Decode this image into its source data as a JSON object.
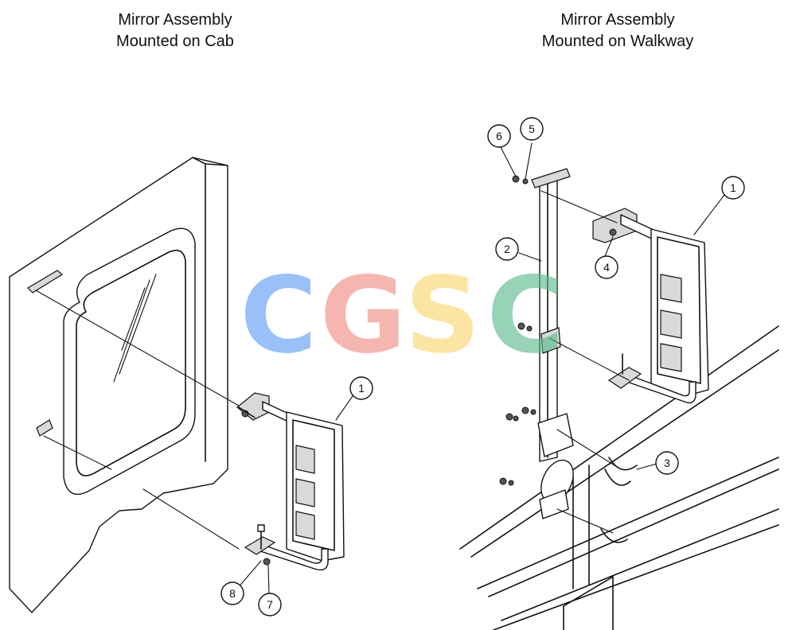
{
  "titles": {
    "left": "Mirror Assembly\nMounted on Cab",
    "right": "Mirror Assembly\nMounted on Walkway"
  },
  "watermark": {
    "letters": [
      {
        "char": "C",
        "color": "#5b9bf5"
      },
      {
        "char": "G",
        "color": "#f08a80"
      },
      {
        "char": "S",
        "color": "#fbd66b"
      },
      {
        "char": "C",
        "color": "#58b98a"
      }
    ]
  },
  "callouts": {
    "cab_1": "1",
    "cab_7": "7",
    "cab_8": "8",
    "walk_1": "1",
    "walk_2": "2",
    "walk_3": "3",
    "walk_4": "4",
    "walk_5": "5",
    "walk_6": "6"
  }
}
